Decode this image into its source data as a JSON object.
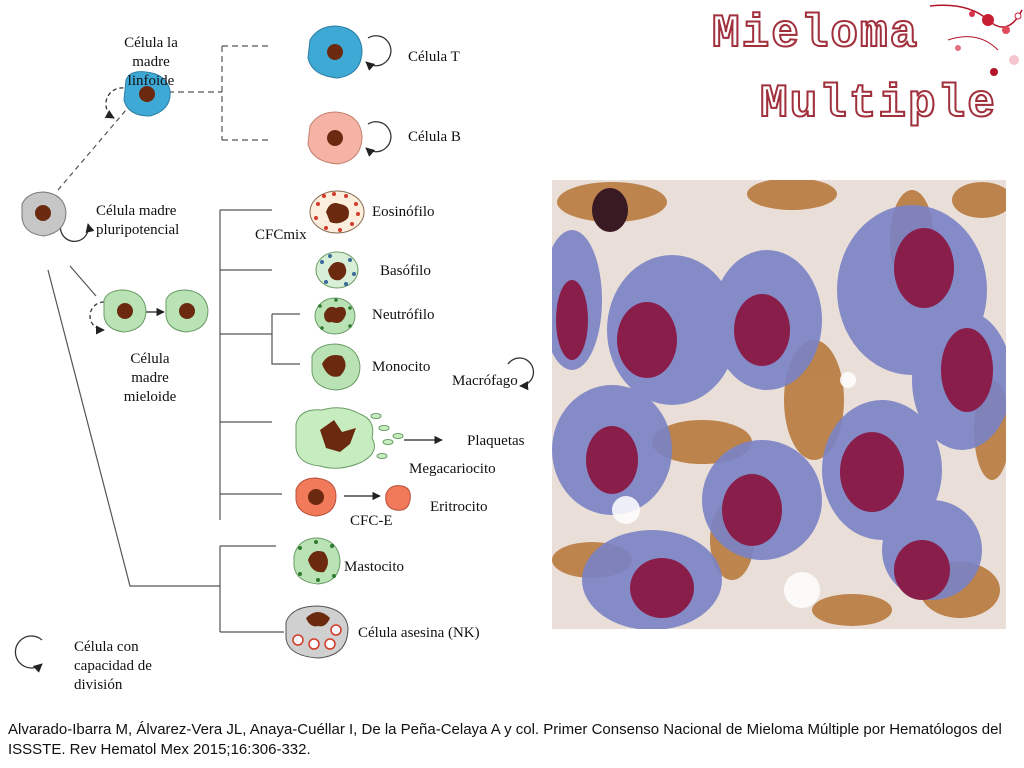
{
  "title": {
    "line1": "Mieloma",
    "line2": "Multiple"
  },
  "labels": {
    "lymphoid_stem": "Célula la madre linfoide",
    "t_cell": "Célula T",
    "b_cell": "Célula B",
    "pluripotent_stem": "Célula madre pluripotencial",
    "cfcmix": "CFCmix",
    "eosinophil": "Eosinófilo",
    "basophil": "Basófilo",
    "neutrophil": "Neutrófilo",
    "monocyte": "Monocito",
    "macrophage": "Macrófago",
    "myeloid_stem": "Célula madre mieloide",
    "platelets": "Plaquetas",
    "megakaryocyte": "Megacariocito",
    "erythrocyte": "Eritrocito",
    "cfce": "CFC-E",
    "mast_cell": "Mastocito",
    "nk_cell": "Célula asesina (NK)",
    "legend": "Célula con capacidad de división"
  },
  "citation": "Alvarado-Ibarra M, Álvarez-Vera JL, Anaya-Cuéllar I, De la Peña-Celaya A y col. Primer Consenso Nacional de Mieloma Múltiple por Hematólogos del ISSSTE. Rev Hematol Mex 2015;16:306-332.",
  "colors": {
    "title_outline": "#a0303c",
    "lymphoid_blue": "#3fa9d6",
    "b_cell_pink": "#f4b3a4",
    "myeloid_green": "#b9e3b4",
    "erythroid_red": "#f07a5a",
    "nucleus_brown": "#6b2a0f"
  },
  "icons": [
    "self-renewal-arrow-icon",
    "floral-decoration-icon"
  ]
}
